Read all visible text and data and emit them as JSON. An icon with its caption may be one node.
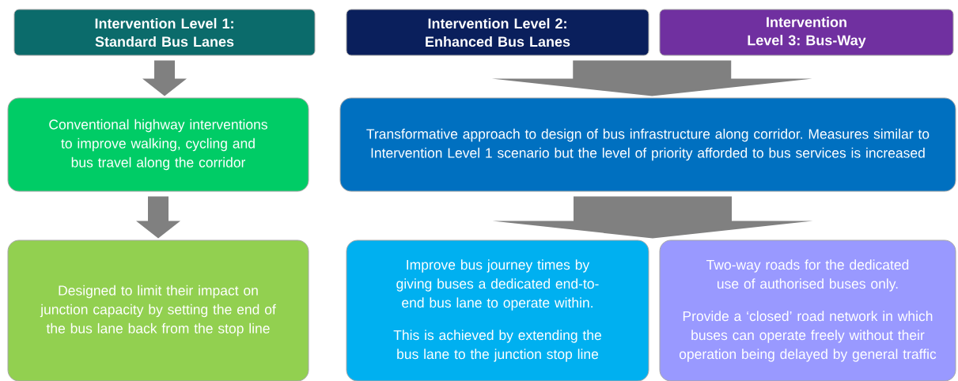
{
  "diagram": {
    "nodes": [
      {
        "text": [
          "Intervention Level 1: Standard Bus Lanes"
        ]
      },
      {
        "text": [
          "Intervention Level 2: Enhanced Bus Lanes"
        ]
      },
      {
        "text": [
          "Intervention Level 3: Bus-Way"
        ]
      },
      {
        "text": [
          "Conventional highway interventions to improve walking, cycling and bus travel along the corridor"
        ]
      },
      {
        "text": [
          "Transformative approach to design of bus infrastructure along corridor.  Measures similar to Intervention Level 1 scenario but the level of priority afforded to bus services is increased"
        ]
      },
      {
        "text": [
          "Designed to limit their impact on junction capacity by setting the end of the bus lane back from the stop line"
        ]
      },
      {
        "text": [
          "Improve bus journey times by giving buses a dedicated end-to-end bus lane to operate within.",
          "This is achieved by extending the bus lane to the junction stop line"
        ]
      },
      {
        "text": [
          "Two-way roads for the dedicated use of authorised buses only.",
          "Provide a ‘closed’ road network in which buses can operate freely without their operation being delayed by general traffic"
        ]
      }
    ],
    "edges": [
      {
        "from": 0,
        "to": 3,
        "arrow": "to"
      },
      {
        "from": 3,
        "to": 5,
        "arrow": "to"
      },
      {
        "from": 1,
        "to": 4,
        "arrow": "to"
      },
      {
        "from": 2,
        "to": 4,
        "arrow": "to"
      },
      {
        "from": 4,
        "to": 6,
        "arrow": "to"
      },
      {
        "from": 4,
        "to": 7,
        "arrow": "to"
      }
    ]
  }
}
